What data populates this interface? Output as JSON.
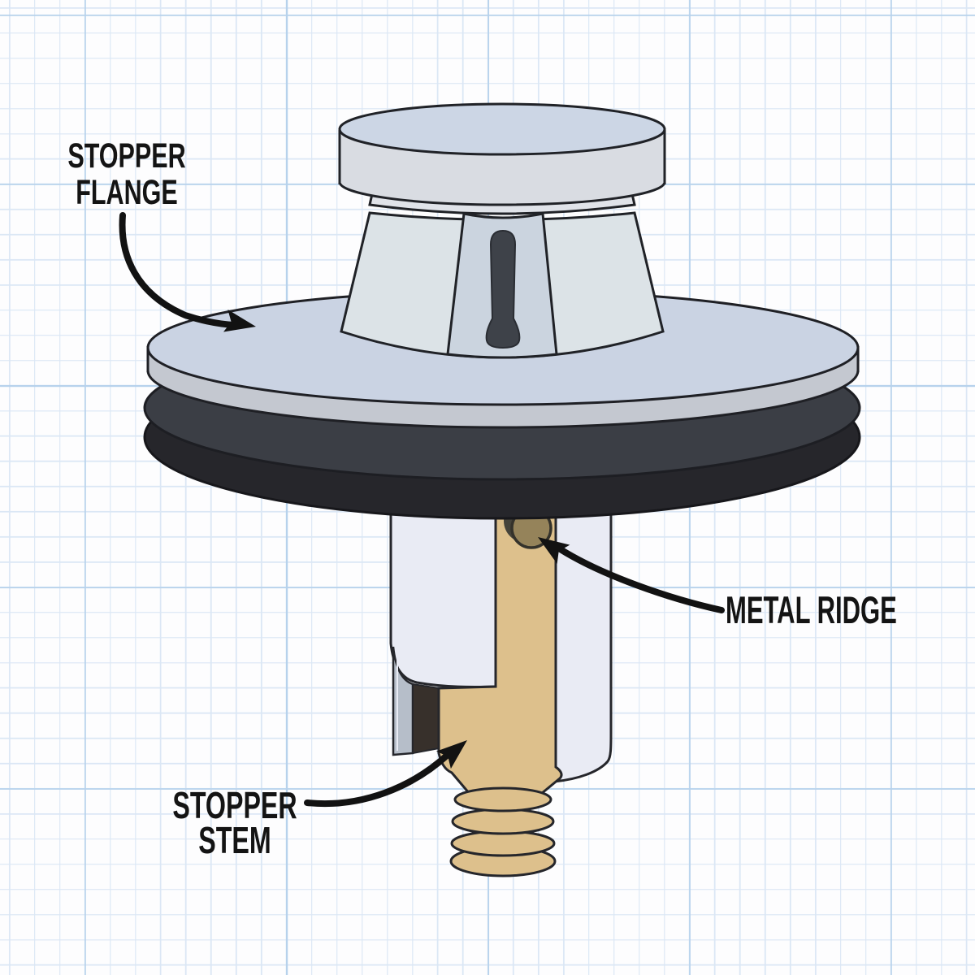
{
  "diagram": {
    "subject": "Bathtub drain stopper parts diagram on graph paper",
    "labels": {
      "stopper_flange": {
        "line1": "STOPPER",
        "line2": "FLANGE"
      },
      "metal_ridge": {
        "text": "METAL RIDGE"
      },
      "stopper_stem": {
        "line1": "STOPPER",
        "line2": "STEM"
      }
    },
    "colors": {
      "paper": "#fdfdfe",
      "grid_minor": "#dbe7f5",
      "grid_major": "#b7d2ec",
      "knob_top": "#ccd6e5",
      "knob_side": "#d9dce2",
      "neck_ring": "#e0e3e9",
      "cone_side": "#dce3e7",
      "cone_center": "#cbd4df",
      "slot_dark": "#3e4249",
      "flange_top": "#cad3e3",
      "flange_rim": "#c4c8d0",
      "gasket_rubber": "#3b3e45",
      "gasket_under": "#26262b",
      "sleeve_white": "#e9ebf4",
      "stem_brass": "#ddc08c",
      "ridge_brass": "#95835a",
      "ridge_shadow": "#45433a",
      "flap_gray": "#b6bec9",
      "shadow_brown": "#37302b",
      "outline": "#202227",
      "arrow": "#121212",
      "label_text": "#141414"
    }
  }
}
